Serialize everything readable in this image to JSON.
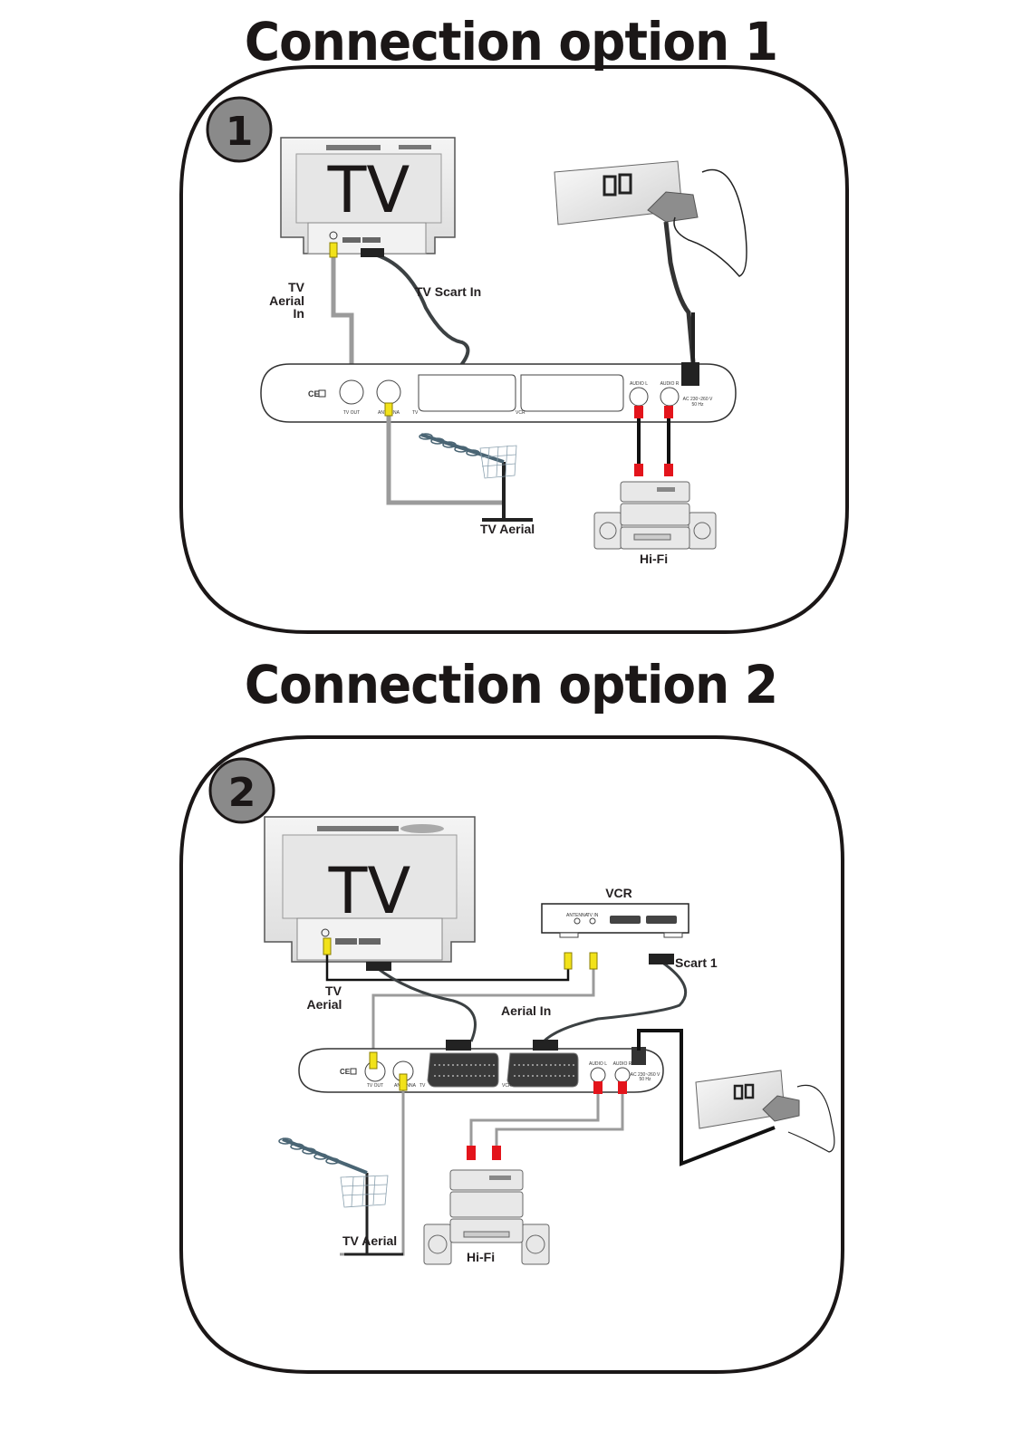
{
  "diagrams": [
    {
      "title": "Connection option 1",
      "badge": "1",
      "tv_label": "TV",
      "labels": {
        "tv_aerial_in_line1": "TV",
        "tv_aerial_in_line2": "Aerial",
        "tv_aerial_in_line3": "In",
        "tv_scart_in": "TV Scart In",
        "tv_aerial": "TV Aerial",
        "hifi": "Hi-Fi"
      },
      "receiver_ports": {
        "tv_out": "TV OUT",
        "antenna": "ANTENNA",
        "tv": "TV",
        "vcr": "VCR",
        "audio_l": "AUDIO L",
        "audio_r": "AUDIO R",
        "power_line1": "AC 230~260 V",
        "power_line2": "50 Hz",
        "ce_mark": "CE"
      }
    },
    {
      "title": "Connection option 2",
      "badge": "2",
      "tv_label": "TV",
      "labels": {
        "vcr": "VCR",
        "scart_1": "Scart 1",
        "tv_aerial_line1": "TV",
        "tv_aerial_line2": "Aerial",
        "aerial_in": "Aerial In",
        "tv_aerial": "TV Aerial",
        "hifi": "Hi-Fi"
      },
      "vcr_ports": {
        "antenna": "ANTENNA",
        "tv_in": "TV IN"
      },
      "receiver_ports": {
        "tv_out": "TV OUT",
        "antenna": "ANTENNA",
        "tv": "TV",
        "vcr": "VCR",
        "audio_l": "AUDIO L",
        "audio_r": "AUDIO R",
        "power_line1": "AC 230~260 V",
        "power_line2": "50 Hz",
        "ce_mark": "CE"
      }
    }
  ],
  "colors": {
    "frame": "#1b1717",
    "badge_fill": "#8a8a8a",
    "rca_yellow": "#f2e21a",
    "rca_red": "#e3141b",
    "cable_grey": "#9b9b9b",
    "cable_dark": "#3c4143"
  }
}
